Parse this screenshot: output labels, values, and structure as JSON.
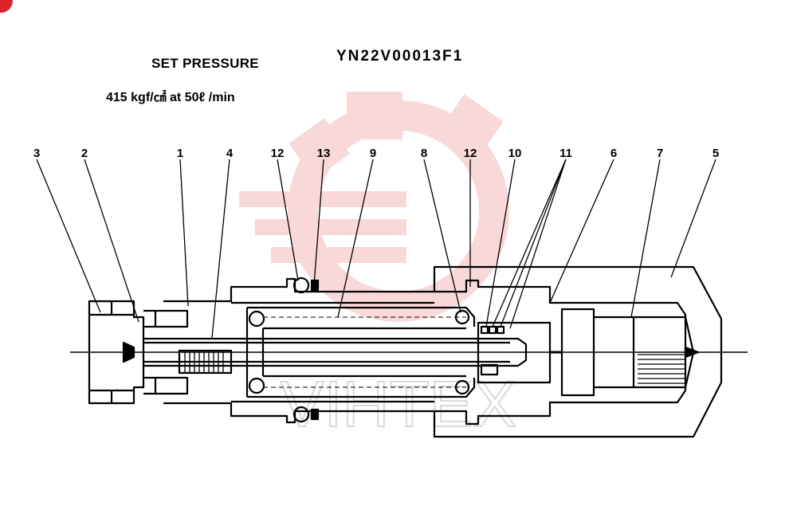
{
  "header": {
    "set_pressure_label": "SET PRESSURE",
    "pressure_value": "415 kgf/㎠  at  50ℓ /min",
    "part_code": "YN22V00013F1"
  },
  "watermark": {
    "text": "VIHTEX",
    "color": "#f4b9b9"
  },
  "colors": {
    "ink": "#000000",
    "brand_red": "#d9252a"
  },
  "callouts": [
    {
      "label": "3"
    },
    {
      "label": "2"
    },
    {
      "label": "1"
    },
    {
      "label": "4"
    },
    {
      "label": "12"
    },
    {
      "label": "13"
    },
    {
      "label": "9"
    },
    {
      "label": "8"
    },
    {
      "label": "12"
    },
    {
      "label": "10"
    },
    {
      "label": "11"
    },
    {
      "label": "6"
    },
    {
      "label": "7"
    },
    {
      "label": "5"
    }
  ]
}
